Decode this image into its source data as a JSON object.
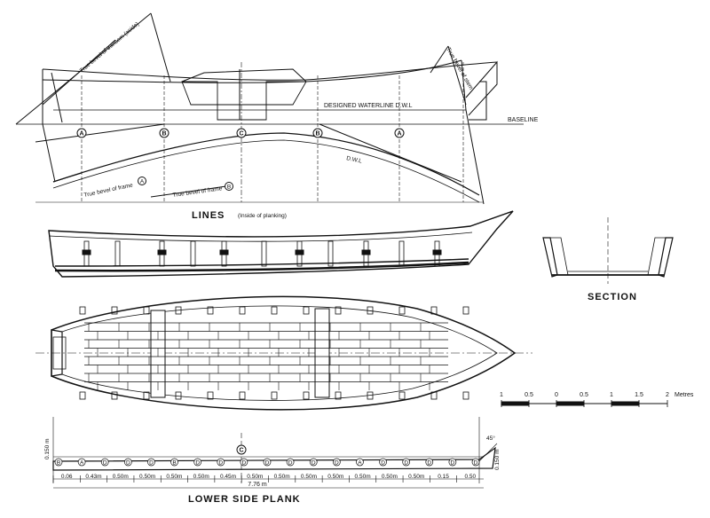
{
  "lines_view": {
    "title": "LINES",
    "title_note": "(Inside of planking)",
    "designed_waterline": "DESIGNED WATERLINE  D.W.L",
    "dwl": "D.W.L",
    "baseline": "BASELINE",
    "transom_bevel": "True bevel of transom (aside)",
    "stem_bevel": "True bevel of stem",
    "frame_a_bevel": "True bevel of frame",
    "frame_b_bevel": "True bevel of frame",
    "station_labels": [
      "A",
      "B",
      "C",
      "B",
      "A"
    ],
    "frame_a_mark": "A",
    "frame_b_mark": "B"
  },
  "section_view": {
    "title": "SECTION"
  },
  "scale_bar": {
    "ticks": [
      "1",
      "0.5",
      "0",
      "0.5",
      "1",
      "1.5",
      "2"
    ],
    "unit": "Metres"
  },
  "plank": {
    "title": "LOWER SIDE PLANK",
    "center_mark": "C",
    "total_length": "7.76 m",
    "left_height": "0.150 m",
    "right_height": "0.150 m",
    "right_angle": "45°",
    "segments": [
      "0.06",
      "0.43m",
      "0.50m",
      "0.50m",
      "0.50m",
      "0.50m",
      "0.45m",
      "0.50m",
      "0.50m",
      "0.50m",
      "0.50m",
      "0.50m",
      "0.50m",
      "0.50m",
      "0.15",
      "0.50"
    ],
    "frame_marks": [
      "B",
      "A",
      "D",
      "D",
      "D",
      "B",
      "D",
      "D",
      "D",
      "D",
      "D",
      "D",
      "D",
      "A",
      "D",
      "D",
      "D",
      "D",
      "D"
    ]
  }
}
